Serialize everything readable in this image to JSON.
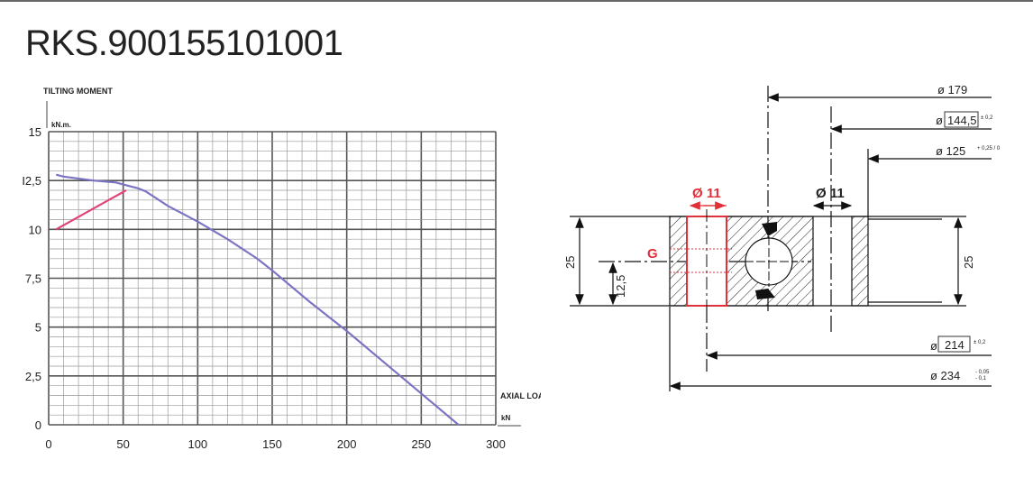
{
  "title": "RKS.900155101001",
  "chart_data": {
    "type": "line",
    "ylabel": "TILTING MOMENT",
    "yunit": "kN.m.",
    "xlabel": "AXIAL LOAD",
    "xunit": "kN",
    "xlim": [
      0,
      300
    ],
    "ylim": [
      0,
      15
    ],
    "xticks": [
      "0",
      "50",
      "100",
      "150",
      "200",
      "250",
      "300"
    ],
    "yticks": [
      "0",
      "2,5",
      "5",
      "7,5",
      "10",
      "I2,5",
      "15"
    ],
    "grid": true,
    "series": [
      {
        "color": "#7b74c4",
        "x": [
          5,
          10,
          30,
          45,
          55,
          60,
          65,
          80,
          100,
          120,
          140,
          150,
          175,
          200,
          225,
          250,
          275
        ],
        "y": [
          12.8,
          12.7,
          12.5,
          12.4,
          12.2,
          12.1,
          11.95,
          11.2,
          10.4,
          9.5,
          8.5,
          7.9,
          6.3,
          4.8,
          3.2,
          1.6,
          0
        ]
      },
      {
        "color": "#e0457a",
        "x": [
          5,
          52
        ],
        "y": [
          10,
          12.0
        ]
      }
    ]
  },
  "drawing": {
    "d179": "ø 179",
    "d144": "ø",
    "d144_val": "144,5",
    "d144_tol": "± 0,2",
    "d125": "ø 125",
    "d125_tol": "+ 0,25 / 0",
    "hole_red": "Ø 11",
    "hole_black": "Ø 11",
    "g_label": "G",
    "h_left": "25",
    "h_half": "12,5",
    "h_right": "25",
    "d214": "ø",
    "d214_val": "214",
    "d214_tol": "± 0,2",
    "d234": "ø  234",
    "d234_tol_up": "- 0,05",
    "d234_tol_dn": "- 0,1",
    "red": "#e0303a"
  }
}
